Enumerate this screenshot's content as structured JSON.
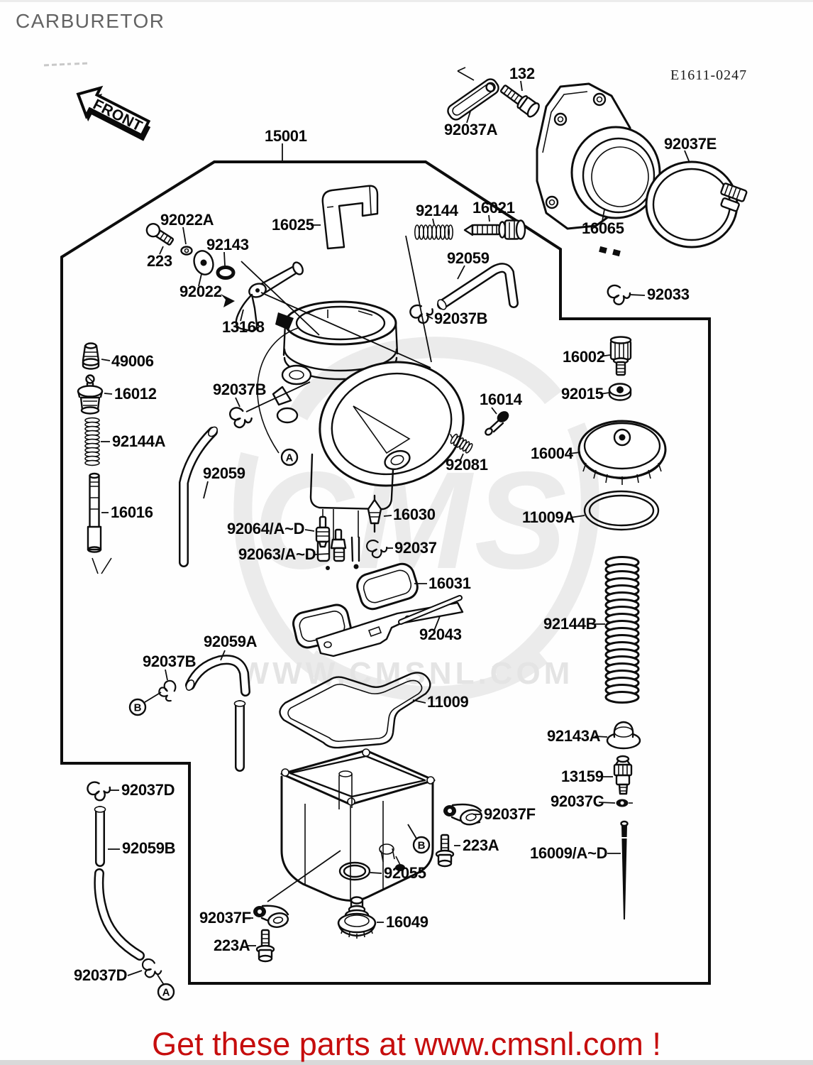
{
  "page": {
    "title": "CARBURETOR",
    "diagram_code": "E1611-0247",
    "footer_text": "Get these parts at www.cmsnl.com !"
  },
  "front_arrow": {
    "label": "FRONT"
  },
  "watermark": {
    "logo_text": "CMS",
    "url_text": "WWW.CMSNL.COM"
  },
  "markers": {
    "a": "A",
    "b": "B"
  },
  "colors": {
    "line": "#0d0d0d",
    "title_gray": "#636363",
    "footer_red": "#c60d0d",
    "watermark_gray": "#e4e4e4"
  },
  "labels": [
    {
      "part": "15001"
    },
    {
      "part": "132"
    },
    {
      "part": "92037A"
    },
    {
      "part": "92037E"
    },
    {
      "part": "16065"
    },
    {
      "part": "92033"
    },
    {
      "part": "92022A"
    },
    {
      "part": "223"
    },
    {
      "part": "92143"
    },
    {
      "part": "92022"
    },
    {
      "part": "13168"
    },
    {
      "part": "16025"
    },
    {
      "part": "92144"
    },
    {
      "part": "16021"
    },
    {
      "part": "92059"
    },
    {
      "part": "92037B"
    },
    {
      "part": "16002"
    },
    {
      "part": "92015"
    },
    {
      "part": "16014"
    },
    {
      "part": "92081"
    },
    {
      "part": "16004"
    },
    {
      "part": "11009A"
    },
    {
      "part": "49006"
    },
    {
      "part": "16012"
    },
    {
      "part": "92144A"
    },
    {
      "part": "16016"
    },
    {
      "part": "92059"
    },
    {
      "part": "92037B"
    },
    {
      "part": "92064/A~D"
    },
    {
      "part": "92063/A~D"
    },
    {
      "part": "16030"
    },
    {
      "part": "92037"
    },
    {
      "part": "16031"
    },
    {
      "part": "92043"
    },
    {
      "part": "92144B"
    },
    {
      "part": "92059A"
    },
    {
      "part": "92037B"
    },
    {
      "part": "11009"
    },
    {
      "part": "92143A"
    },
    {
      "part": "13159"
    },
    {
      "part": "92037C"
    },
    {
      "part": "16009/A~D"
    },
    {
      "part": "92037D"
    },
    {
      "part": "92059B"
    },
    {
      "part": "92037D"
    },
    {
      "part": "92037F"
    },
    {
      "part": "223A"
    },
    {
      "part": "92055"
    },
    {
      "part": "16049"
    },
    {
      "part": "92037F"
    },
    {
      "part": "223A"
    }
  ]
}
